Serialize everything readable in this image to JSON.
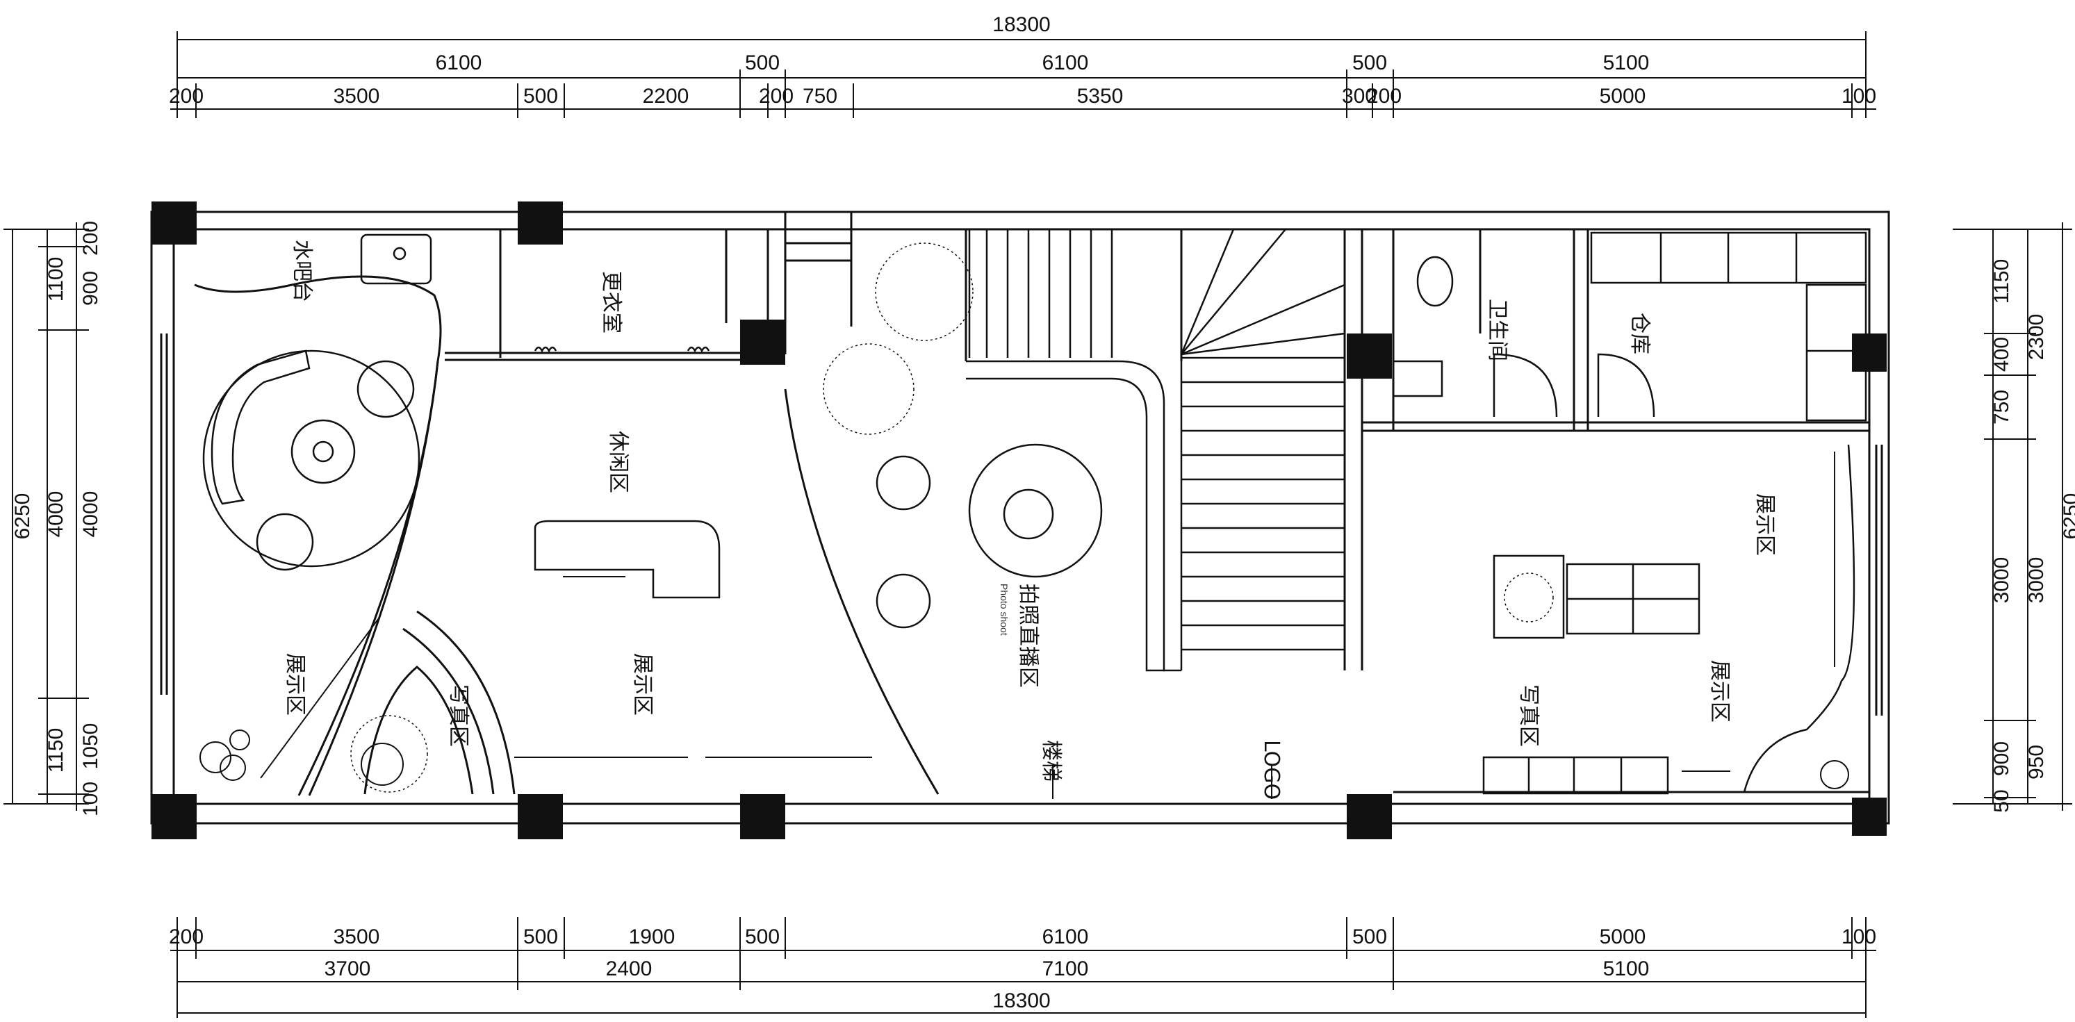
{
  "dimensions": {
    "top": {
      "overall": "18300",
      "row2": [
        "6100",
        "500",
        "6100",
        "500",
        "5100"
      ],
      "row3": [
        "200",
        "3500",
        "500",
        "2200",
        "200",
        "750",
        "5350",
        "300",
        "200",
        "5000",
        "100"
      ]
    },
    "bottom": {
      "row1": [
        "200",
        "3500",
        "500",
        "1900",
        "500",
        "6100",
        "500",
        "5000",
        "100"
      ],
      "row2": [
        "3700",
        "2400",
        "7100",
        "5100"
      ],
      "overall": "18300"
    },
    "left": {
      "inner": [
        "200",
        "900",
        "4000",
        "1050",
        "100"
      ],
      "middle": [
        "1100",
        "4000",
        "1150"
      ],
      "overall": "6250"
    },
    "right": {
      "inner": [
        "1150",
        "400",
        "750",
        "3000",
        "900",
        "50"
      ],
      "middle": [
        "2300",
        "3000",
        "950"
      ],
      "overall": "6250"
    }
  },
  "rooms": {
    "water_bar": "水吧台",
    "changing_room": "更衣室",
    "rest_area": "休闲区",
    "display_area_left": "展示区",
    "display_area_center": "展示区",
    "photo_area": "写真区",
    "photo_shoot": "拍照直播区",
    "photo_shoot_sub": "Photo shoot",
    "toilet": "卫生间",
    "storage": "仓库",
    "display_area_right": "展示区",
    "display_area_right2": "展示区",
    "photo_area_right": "写真区",
    "stair_label": "楼梯",
    "logo": "LOGO"
  }
}
